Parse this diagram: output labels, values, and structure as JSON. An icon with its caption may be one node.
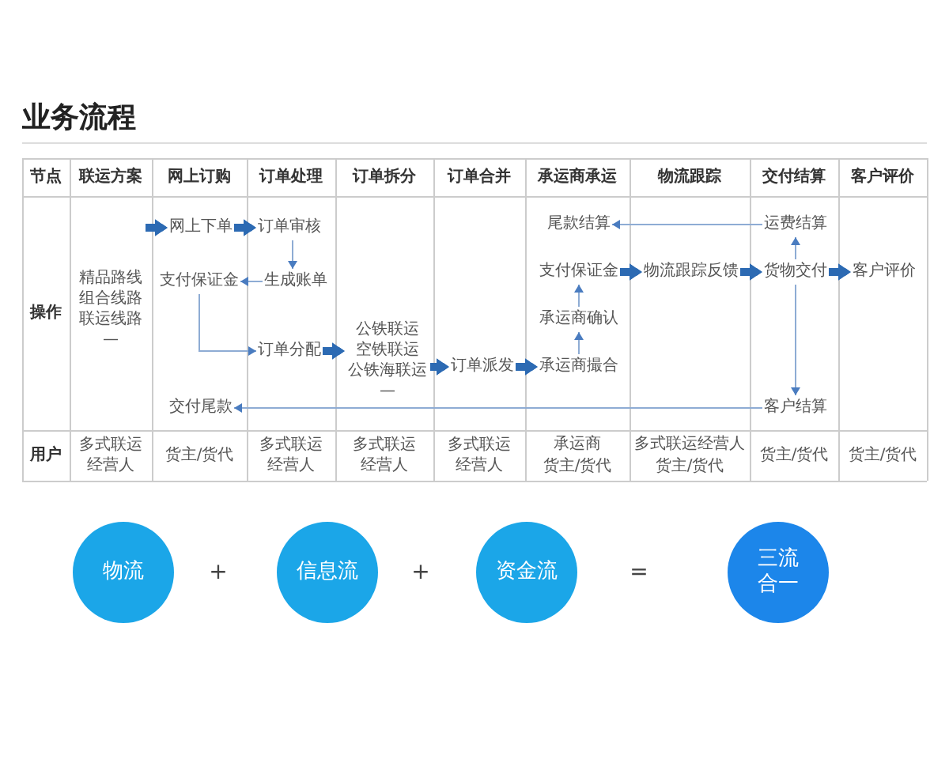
{
  "diagram": {
    "title": "业务流程",
    "nodes": [
      {
        "text": [
          "网上下单"
        ]
      },
      {
        "text": [
          "支付保证金"
        ]
      },
      {
        "text": [
          "交付尾款"
        ]
      },
      {
        "text": [
          "订单审核"
        ]
      },
      {
        "text": [
          "生成账单"
        ]
      },
      {
        "text": [
          "订单分配"
        ]
      },
      {
        "text": [
          "公铁联运",
          "空铁联运",
          "公铁海联运",
          "—"
        ]
      },
      {
        "text": [
          "订单派发"
        ]
      },
      {
        "text": [
          "尾款结算"
        ]
      },
      {
        "text": [
          "支付保证金"
        ]
      },
      {
        "text": [
          "承运商确认"
        ]
      },
      {
        "text": [
          "承运商撮合"
        ]
      },
      {
        "text": [
          "物流跟踪反馈"
        ]
      },
      {
        "text": [
          "运费结算"
        ]
      },
      {
        "text": [
          "货物交付"
        ]
      },
      {
        "text": [
          "客户结算"
        ]
      },
      {
        "text": [
          "客户评价"
        ]
      },
      {
        "text": [
          "物流"
        ]
      },
      {
        "text": [
          "信息流"
        ]
      },
      {
        "text": [
          "资金流"
        ]
      },
      {
        "text": [
          "三流合一"
        ]
      }
    ],
    "edges": [
      {
        "from": null,
        "to": 0,
        "arrow": "to",
        "style": "thick",
        "color": "#2c6ab3"
      },
      {
        "from": 0,
        "to": 3,
        "arrow": "to",
        "style": "thick",
        "color": "#2c6ab3"
      },
      {
        "from": 3,
        "to": 4,
        "arrow": "to"
      },
      {
        "from": 4,
        "to": 1,
        "arrow": "to"
      },
      {
        "from": 1,
        "to": 5,
        "arrow": "to"
      },
      {
        "from": 5,
        "to": 6,
        "arrow": "to",
        "style": "thick",
        "color": "#2c6ab3"
      },
      {
        "from": 6,
        "to": 7,
        "arrow": "to",
        "style": "thick",
        "color": "#2c6ab3"
      },
      {
        "from": 7,
        "to": 11,
        "arrow": "to",
        "style": "thick",
        "color": "#2c6ab3"
      },
      {
        "from": 11,
        "to": 10,
        "arrow": "to"
      },
      {
        "from": 10,
        "to": 9,
        "arrow": "to"
      },
      {
        "from": 9,
        "to": 12,
        "arrow": "to",
        "style": "thick",
        "color": "#2c6ab3"
      },
      {
        "from": 12,
        "to": 14,
        "arrow": "to",
        "style": "thick",
        "color": "#2c6ab3"
      },
      {
        "from": 14,
        "to": 13,
        "arrow": "to"
      },
      {
        "from": 13,
        "to": 8,
        "arrow": "to"
      },
      {
        "from": 14,
        "to": 15,
        "arrow": "to"
      },
      {
        "from": 14,
        "to": 16,
        "arrow": "to",
        "style": "thick",
        "color": "#2c6ab3"
      },
      {
        "from": 15,
        "to": 2,
        "arrow": "to"
      }
    ],
    "labels": [
      "节点",
      "联运方案",
      "网上订购",
      "订单处理",
      "订单拆分",
      "订单合并",
      "承运商承运",
      "物流跟踪",
      "交付结算",
      "客户评价",
      "操作",
      "精品路线",
      "组合线路",
      "联运线路",
      "—",
      "用户",
      "多式联运经营人",
      "货主/货代",
      "多式联运经营人",
      "多式联运经营人",
      "多式联运经营人",
      "承运商",
      "货主/货代",
      "多式联运经营人",
      "货主/货代",
      "货主/货代",
      "货主/货代",
      "+",
      "+",
      "="
    ]
  }
}
